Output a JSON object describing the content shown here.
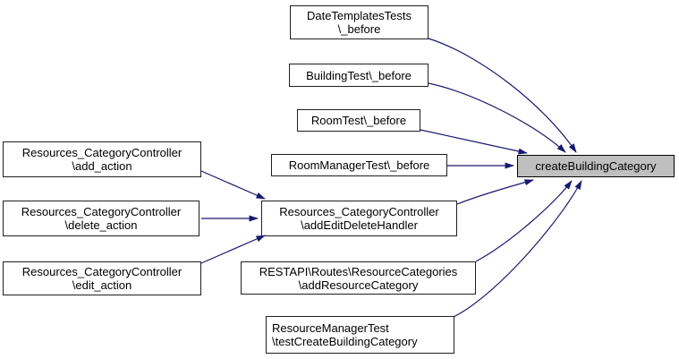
{
  "diagram": {
    "type": "doxygen-call-graph",
    "colors": {
      "background": "#ffffff",
      "edge": "#191970",
      "node_fill": "#ffffff",
      "node_border": "#1f1f1f",
      "highlight_fill": "#bfbfbf",
      "text": "#000000"
    },
    "nodes": {
      "date_templates": {
        "line1": "DateTemplatesTests",
        "line2": "\\_before"
      },
      "building_test": {
        "line1": "BuildingTest\\_before"
      },
      "room_test": {
        "line1": "RoomTest\\_before"
      },
      "room_manager_test": {
        "line1": "RoomManagerTest\\_before"
      },
      "add_action": {
        "line1": "Resources_CategoryController",
        "line2": "\\add_action"
      },
      "delete_action": {
        "line1": "Resources_CategoryController",
        "line2": "\\delete_action"
      },
      "edit_action": {
        "line1": "Resources_CategoryController",
        "line2": "\\edit_action"
      },
      "add_edit_delete_handler": {
        "line1": "Resources_CategoryController",
        "line2": "\\addEditDeleteHandler"
      },
      "add_resource_category": {
        "line1": "RESTAPI\\Routes\\ResourceCategories",
        "line2": "\\addResourceCategory"
      },
      "test_create_building_category": {
        "line1": "ResourceManagerTest",
        "line2": "\\testCreateBuildingCategory"
      },
      "create_building_category": {
        "line1": "createBuildingCategory",
        "highlighted": true
      }
    },
    "edges": [
      {
        "from": "DateTemplatesTests\\_before",
        "to": "createBuildingCategory"
      },
      {
        "from": "BuildingTest\\_before",
        "to": "createBuildingCategory"
      },
      {
        "from": "RoomTest\\_before",
        "to": "createBuildingCategory"
      },
      {
        "from": "RoomManagerTest\\_before",
        "to": "createBuildingCategory"
      },
      {
        "from": "Resources_CategoryController\\add_action",
        "to": "Resources_CategoryController\\addEditDeleteHandler"
      },
      {
        "from": "Resources_CategoryController\\delete_action",
        "to": "Resources_CategoryController\\addEditDeleteHandler"
      },
      {
        "from": "Resources_CategoryController\\edit_action",
        "to": "Resources_CategoryController\\addEditDeleteHandler"
      },
      {
        "from": "Resources_CategoryController\\addEditDeleteHandler",
        "to": "createBuildingCategory"
      },
      {
        "from": "RESTAPI\\Routes\\ResourceCategories\\addResourceCategory",
        "to": "createBuildingCategory"
      },
      {
        "from": "ResourceManagerTest\\testCreateBuildingCategory",
        "to": "createBuildingCategory"
      }
    ]
  }
}
